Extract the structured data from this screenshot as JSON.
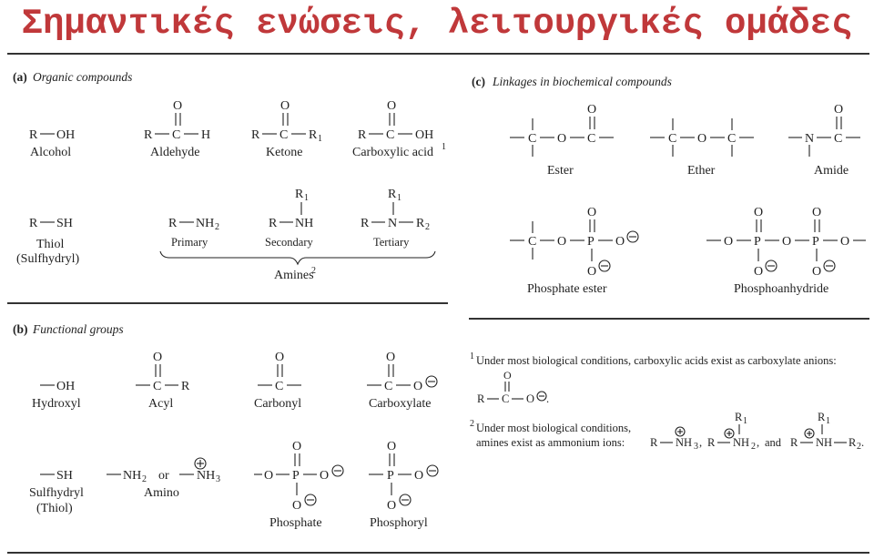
{
  "title": "Σημαντικές ενώσεις, λειτουργικές ομάδες",
  "panel_a": {
    "letter": "(a)",
    "header": "Organic compounds",
    "alcohol": "Alcohol",
    "aldehyde": "Aldehyde",
    "ketone": "Ketone",
    "carboxylic": "Carboxylic acid",
    "carboxylic_sup": "1",
    "thiol": "Thiol",
    "sulfhydryl": "(Sulfhydryl)",
    "primary": "Primary",
    "secondary": "Secondary",
    "tertiary": "Tertiary",
    "amines": "Amines",
    "amines_sup": "2"
  },
  "panel_b": {
    "letter": "(b)",
    "header": "Functional groups",
    "hydroxyl": "Hydroxyl",
    "acyl": "Acyl",
    "carbonyl": "Carbonyl",
    "carboxylate": "Carboxylate",
    "sulfhydryl": "Sulfhydryl",
    "thiol": "(Thiol)",
    "amino": "Amino",
    "or": "or",
    "phosphate": "Phosphate",
    "phosphoryl": "Phosphoryl"
  },
  "panel_c": {
    "letter": "(c)",
    "header": "Linkages in biochemical compounds",
    "ester": "Ester",
    "ether": "Ether",
    "amide": "Amide",
    "phosphate_ester": "Phosphate ester",
    "phosphoanhydride": "Phosphoanhydride"
  },
  "footnotes": {
    "n1_mark": "1",
    "n1": "Under most biological conditions, carboxylic acids exist as carboxylate anions:",
    "n2_mark": "2",
    "n2_line1": "Under most biological conditions,",
    "n2_line2": "amines exist as ammonium ions:",
    "and": "and"
  },
  "colors": {
    "title": "#c0383a",
    "ink": "#222222"
  }
}
